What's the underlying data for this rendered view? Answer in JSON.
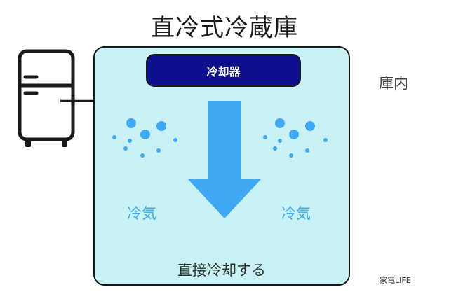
{
  "title": "直冷式冷蔵庫",
  "cooler_label": "冷却器",
  "cold_air_left": "冷気",
  "cold_air_right": "冷気",
  "bottom_label": "直接冷却する",
  "interior_label": "庫内",
  "brand": "家電LIFE",
  "colors": {
    "compartment_fill": "#c8f2f6",
    "cooler_fill": "#0d0f8f",
    "arrow": "#3fa9f5",
    "cold_air_text": "#3fa9f5",
    "outline": "#1a1a1a"
  },
  "icons": {
    "fridge": "refrigerator-icon",
    "connector": "arrow-right-icon",
    "flow": "arrow-down-icon",
    "air": "air-dots-icon"
  }
}
